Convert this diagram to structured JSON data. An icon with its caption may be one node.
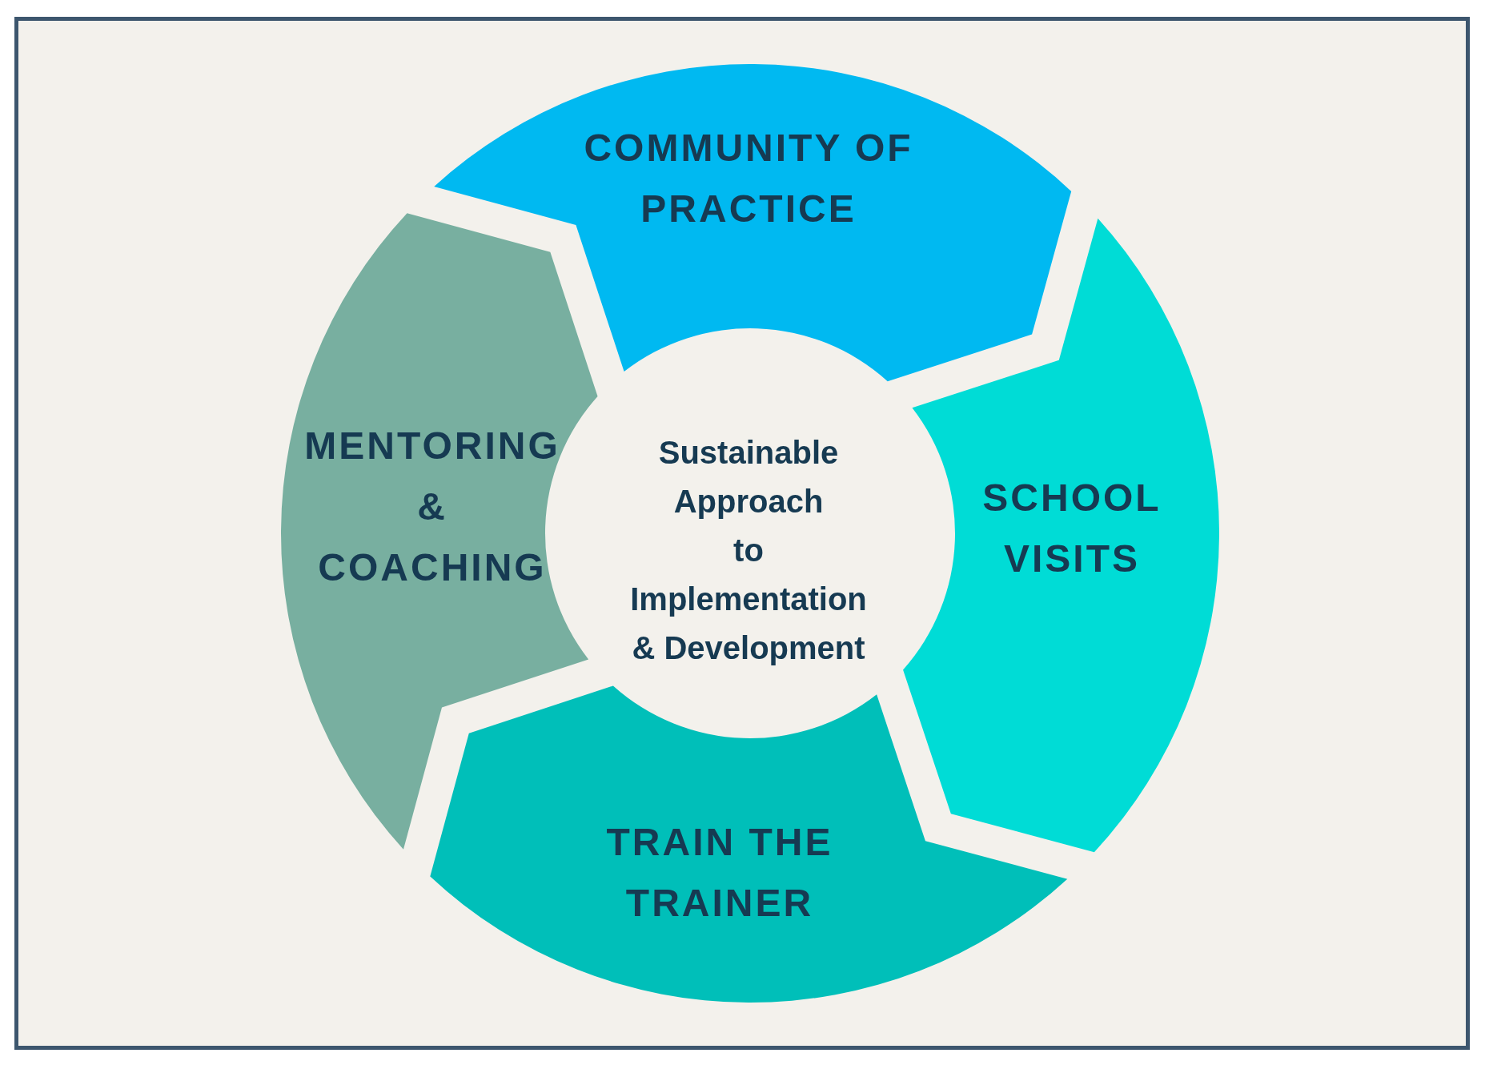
{
  "diagram": {
    "nodes": [
      {
        "text": [
          "COMMUNITY OF PRACTICE"
        ]
      },
      {
        "text": [
          "MENTORING & COACHING"
        ]
      },
      {
        "text": [
          "Sustainable Approach to Implementation & Development"
        ]
      },
      {
        "text": [
          "SCHOOL VISITS"
        ]
      },
      {
        "text": [
          "TRAIN THE TRAINER"
        ]
      }
    ]
  }
}
